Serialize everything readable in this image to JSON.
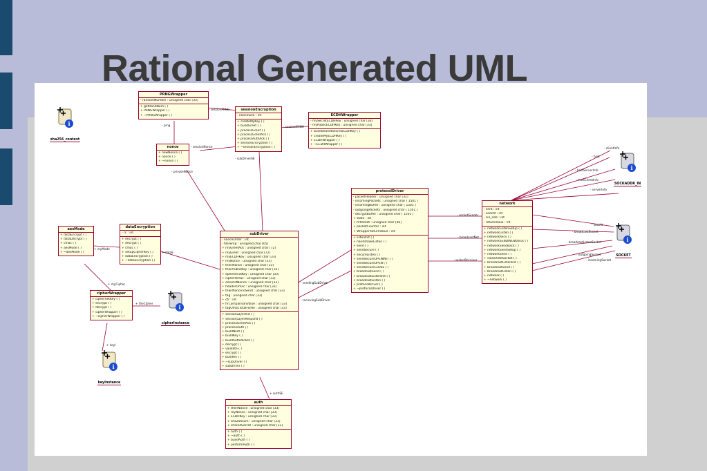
{
  "slide": {
    "title": "Rational Generated UML"
  },
  "diagram": {
    "classes": [
      {
        "id": "PRNGWrapper",
        "name": "PRNGWrapper",
        "attributes": [
          "- randomNumber : unsigned char [33]"
        ],
        "operations": [
          "+ getRandNum ( )",
          "+ PRNGWrapper ( )",
          "+ ~PRNGWrapper ( )"
        ]
      },
      {
        "id": "sessionEncryption",
        "name": "sessionEncryption",
        "attributes": [
          "- nonceSize : int"
        ],
        "operations": [
          "+ createMyKey ( )",
          "+ buildGreet ( )",
          "+ processGreet ( )",
          "+ processGreetAck ( )",
          "+ processAuthAck ( )",
          "+ sessionEncryption ( )",
          "+ ~sessionEncryption ( )"
        ]
      },
      {
        "id": "ECDHWrapper",
        "name": "ECDHWrapper",
        "attributes": [
          "- mySecretECDHKey : unsigned char [33]",
          "- myPublicECDHKey : unsigned char [33]"
        ],
        "operations": [
          "+ buildSharedSecretECDHKey ( )",
          "+ createMyECDHKey ( )",
          "+ ECDHWrapper ( )",
          "+ ~ECDHWrapper ( )"
        ]
      },
      {
        "id": "nonce",
        "name": "nonce",
        "attributes": [],
        "operations": [
          "+ newNonce ( )",
          "+ nonce ( )",
          "+ ~nonce ( )"
        ]
      },
      {
        "id": "aesMode",
        "name": "aesMode",
        "attributes": [],
        "operations": [
          "+ dataEncrypt ( )",
          "+ dataDecrypt ( )",
          "+ cmac ( )",
          "+ aesMode ( )",
          "+ ~aesMode ( )"
        ]
      },
      {
        "id": "dataEncryption",
        "name": "dataEncryption",
        "attributes": [
          "- rc : int"
        ],
        "operations": [
          "+ encrypt ( )",
          "+ decrypt ( )",
          "+ cmac ( )",
          "+ setupCipherKey ( )",
          "+ dataEncryption ( )",
          "+ ~dataEncryption ( )"
        ]
      },
      {
        "id": "cipherWrapper",
        "name": "cipherWrapper",
        "attributes": [],
        "operations": [
          "+ cipherSetKey ( )",
          "+ encrypt ( )",
          "+ decrypt ( )",
          "+ cipherWrapper ( )",
          "+ ~cipherWrapper ( )"
        ]
      },
      {
        "id": "protocolDriver",
        "name": "protocolDriver",
        "attributes": [
          "- packetHeader : unsigned char [32]",
          "- incomingPackets : unsigned char [ 1501 ]",
          "- incomingBuffer : unsigned char [ 1501 ]",
          "- outgoingPackets : unsigned char [ 1501 ]",
          "- decryptBuffer : unsigned char [ 1501 ]",
          "+ state : int",
          "+ firPacket : unsigned char [46]",
          "+ packetCounter : int",
          "+ WrapperReturnValue : int"
        ],
        "operations": [
          "+ listenInit ( )",
          "+ handshakeListen ( )",
          "+ send ( )",
          "+ sendSecure ( )",
          "+ secureListen ( )",
          "+ sendSecureOPENINIT ( )",
          "+ sendSecureOPEN ( )",
          "+ sendSecureCLOSE ( )",
          "+ broadcastSend ( )",
          "+ broadcastListenInit ( )",
          "+ broadcastListen ( )",
          "+ protocolDriver ( )",
          "+ ~protocolDriver ( )"
        ]
      },
      {
        "id": "network",
        "name": "network",
        "attributes": [
          "- sent : int",
          "- sockfd : int",
          "- sin_size : int",
          "- returnValue : int"
        ],
        "operations": [
          "+ networkListenSetup ( )",
          "+ networkListen ( )",
          "+ networkRecv ( )",
          "+ networkSENDINGWalrus ( )",
          "+ networkSendBack ( )",
          "+ networkSendSetup ( )",
          "+ networkSend ( )",
          "+ closeAllOfSocket ( )",
          "+ broadcastListenInit ( )",
          "+ broadcastSend ( )",
          "+ broadcastListen ( )",
          "+ network ( )",
          "+ ~network ( )"
        ]
      },
      {
        "id": "subDriver",
        "name": "subDriver",
        "attributes": [
          "- nonceOrder : int",
          "- fileTemp : unsigned char [65]",
          "+ myGreetAck : unsigned char [72]",
          "+ myGreet : unsigned char [72]",
          "+ myECDHKey : unsigned char [33]",
          "+ myNonce : unsigned char [33]",
          "+ theirNonce : unsigned char [33]",
          "+ theirPublicKey : unsigned char [33]",
          "+ ephemeralKey : unsigned char [33]",
          "+ cipherOmac : unsigned char [33]",
          "+ omacOfNonce : unsigned char [33]",
          "+ headerOmac : unsigned char [33]",
          "+ theirNonceToSend : unsigned char [33]",
          "+ tag : unsigned char [33]",
          "+ ctr : int",
          "+ firComparisonValue : unsigned char [33]",
          "+ tagOmacTotalForRe : unsigned char [33]"
        ],
        "operations": [
          "+ sessionLayerInit ( )",
          "+ sessionLayerRespond ( )",
          "+ processGreetAck ( )",
          "+ processAuth ( )",
          "+ buildNext ( )",
          "+ buildKey ( )",
          "+ buildAuthPacket ( )",
          "+ decrypt ( )",
          "+ validate ( )",
          "+ encrypt ( )",
          "+ buildFin ( )",
          "+ ~subDriver ( )",
          "+ subDriver ( )"
        ]
      },
      {
        "id": "auth",
        "name": "auth",
        "attributes": [
          "+ theirNonce : unsigned char [33]",
          "+ myNonce : unsigned char [33]",
          "+ ECDHKey : unsigned char [33]",
          "+ sha256sum : unsigned char [33]",
          "+ sharedSecret : unsigned char [33]"
        ],
        "operations": [
          "+ auth ( )",
          "+ ~auth ( )",
          "+ buildAuth ( )",
          "+ performAuth ( )"
        ]
      }
    ],
    "components": [
      {
        "id": "sha256_context",
        "name": "sha256_context"
      },
      {
        "id": "SOCKADDR_IN",
        "name": "SOCKADDR_IN"
      },
      {
        "id": "SOCKET",
        "name": "SOCKET"
      },
      {
        "id": "cipherInstance",
        "name": "cipherInstance"
      },
      {
        "id": "keyInstance",
        "name": "keyInstance"
      }
    ],
    "relations": [
      {
        "id": "sessionPRNG",
        "from": "sessionEncryption",
        "to": "PRNGWrapper",
        "label": "- sessionPRNG"
      },
      {
        "id": "sessionECDH",
        "from": "sessionEncryption",
        "to": "ECDHWrapper",
        "label": "- sessionECDH"
      },
      {
        "id": "prng",
        "from": "nonce",
        "to": "PRNGWrapper",
        "label": "- prng"
      },
      {
        "id": "sessionNonce",
        "from": "sessionEncryption",
        "to": "nonce",
        "label": "- sessionNonce"
      },
      {
        "id": "subDriverSE",
        "from": "subDriver",
        "to": "sessionEncryption",
        "label": "- subDriverSE"
      },
      {
        "id": "privateNonce",
        "from": "subDriver",
        "to": "nonce",
        "label": "- privateNonce"
      },
      {
        "id": "myMode",
        "from": "dataEncryption",
        "to": "aesMode",
        "label": "+ myMode"
      },
      {
        "id": "dataE",
        "from": "subDriver",
        "to": "dataEncryption",
        "label": "+ dataE"
      },
      {
        "id": "myCipher",
        "from": "aesMode",
        "to": "cipherWrapper",
        "label": "+ myCipher"
      },
      {
        "id": "theCipher",
        "from": "cipherWrapper",
        "to": "cipherInstance",
        "label": "+ theCipher"
      },
      {
        "id": "keyI",
        "from": "cipherWrapper",
        "to": "keyInstance",
        "label": "+ keyI"
      },
      {
        "id": "sendingSubDriver",
        "from": "protocolDriver",
        "to": "subDriver",
        "label": "- sendingSubDriver"
      },
      {
        "id": "recievingSubDriver",
        "from": "protocolDriver",
        "to": "subDriver",
        "label": "- recievingSubDriver"
      },
      {
        "id": "authSE",
        "from": "subDriver",
        "to": "auth",
        "label": "+ authSE"
      },
      {
        "id": "socketSender",
        "from": "protocolDriver",
        "to": "network",
        "label": "- socketSender"
      },
      {
        "id": "broadcastNet",
        "from": "protocolDriver",
        "to": "network",
        "label": "- broadcastNet"
      },
      {
        "id": "socketReceiver",
        "from": "protocolDriver",
        "to": "network",
        "label": "- socketReceiver"
      },
      {
        "id": "clientInfo",
        "from": "network",
        "to": "SOCKADDR_IN",
        "label": "- clientInfo"
      },
      {
        "id": "host",
        "from": "network",
        "to": "SOCKADDR_IN",
        "label": "- host"
      },
      {
        "id": "hostServerInfo",
        "from": "network",
        "to": "SOCKADDR_IN",
        "label": "- hostServerInfo"
      },
      {
        "id": "hostClientInfo",
        "from": "network",
        "to": "SOCKADDR_IN",
        "label": "- hostClientInfo"
      },
      {
        "id": "serverInfo",
        "from": "network",
        "to": "SOCKADDR_IN",
        "label": "- serverInfo"
      },
      {
        "id": "sockfd",
        "from": "network",
        "to": "SOCKET",
        "label": "- sockfd"
      },
      {
        "id": "broadcastSocket",
        "from": "network",
        "to": "SOCKET",
        "label": "- broadcastSocket"
      },
      {
        "id": "broadcastListenSocket",
        "from": "network",
        "to": "SOCKET",
        "label": "- broadcastListenSocket"
      },
      {
        "id": "outgoingSocket",
        "from": "network",
        "to": "SOCKET",
        "label": "- outgoingSocket"
      },
      {
        "id": "incomingSocket",
        "from": "network",
        "to": "SOCKET",
        "label": "- incomingSocket"
      }
    ]
  },
  "colors": {
    "class_fill": "#ffffe0",
    "class_border": "#990033",
    "relation_line": "#990033",
    "slide_background": "#b8bcd8",
    "side_accent": "#1a4a6e"
  }
}
